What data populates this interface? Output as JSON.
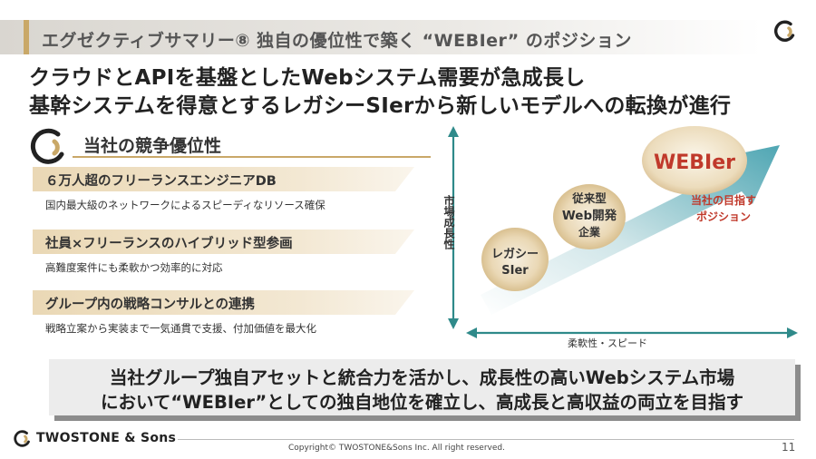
{
  "header": {
    "title": "エグゼクティブサマリー⑧ 独自の優位性で築く “WEBIer” のポジション"
  },
  "headline": {
    "line1": "クラウドとAPIを基盤としたWebシステム需要が急成長し",
    "line2": "基幹システムを得意とするレガシーSIerから新しいモデルへの転換が進行"
  },
  "advantages": {
    "title": "当社の競争優位性",
    "items": [
      {
        "label": "６万人超のフリーランスエンジニアDB",
        "desc": "国内最大級のネットワークによるスピーディなリソース確保"
      },
      {
        "label": "社員×フリーランスのハイブリッド型参画",
        "desc": "高難度案件にも柔軟かつ効率的に対応"
      },
      {
        "label": "グループ内の戦略コンサルとの連携",
        "desc": "戦略立案から実装まで一気通貫で支援、付加価値を最大化"
      }
    ]
  },
  "diagram": {
    "y_axis_label": "市場成長性",
    "x_axis_label": "柔軟性・スピード",
    "legacy_line1": "レガシー",
    "legacy_line2": "SIer",
    "web_line1": "従来型",
    "web_line2": "Web開発",
    "web_line3": "企業",
    "webier": "WEBIer",
    "target_line1": "当社の目指す",
    "target_line2": "ポジション"
  },
  "summary": {
    "line1": "当社グループ独自アセットと統合力を活かし、成長性の高いWebシステム市場",
    "line2": "において“WEBIer”としての独自地位を確立し、高成長と高収益の両立を目指す"
  },
  "footer": {
    "brand": "TWOSTONE & Sons",
    "copyright": "Copyright© TWOSTONE&Sons Inc. All right reserved.",
    "page": "11"
  },
  "colors": {
    "gold": "#c9a868",
    "teal": "#2f8a8a",
    "red": "#c0392b",
    "ink": "#222222"
  }
}
